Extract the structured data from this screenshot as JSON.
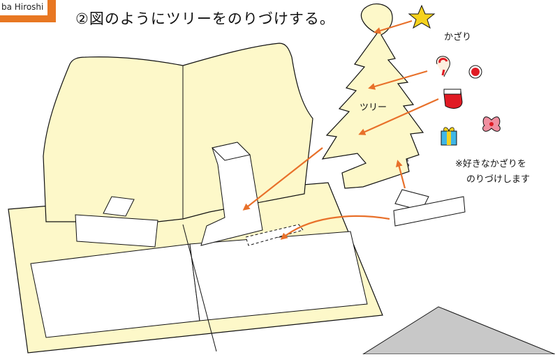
{
  "author": "ba Hiroshi",
  "step_title": "②図のようにツリーをのりづけする。",
  "labels": {
    "decorations": "かざり",
    "tree": "ツリー",
    "note_line1": "※好きなかざりを",
    "note_line2": "のりづけします"
  },
  "colors": {
    "paper": "#fdf8c9",
    "arrow": "#e8702a",
    "tag": "#e87722",
    "star": "#f5d21e",
    "ornament_red": "#e01b24",
    "gift_blue": "#3fb6e6",
    "board_gray": "#c8c8c8"
  },
  "icons": [
    "star-icon",
    "candy-cane-icon",
    "red-ball-icon",
    "stocking-icon",
    "ribbon-bow-icon",
    "gift-box-icon"
  ]
}
